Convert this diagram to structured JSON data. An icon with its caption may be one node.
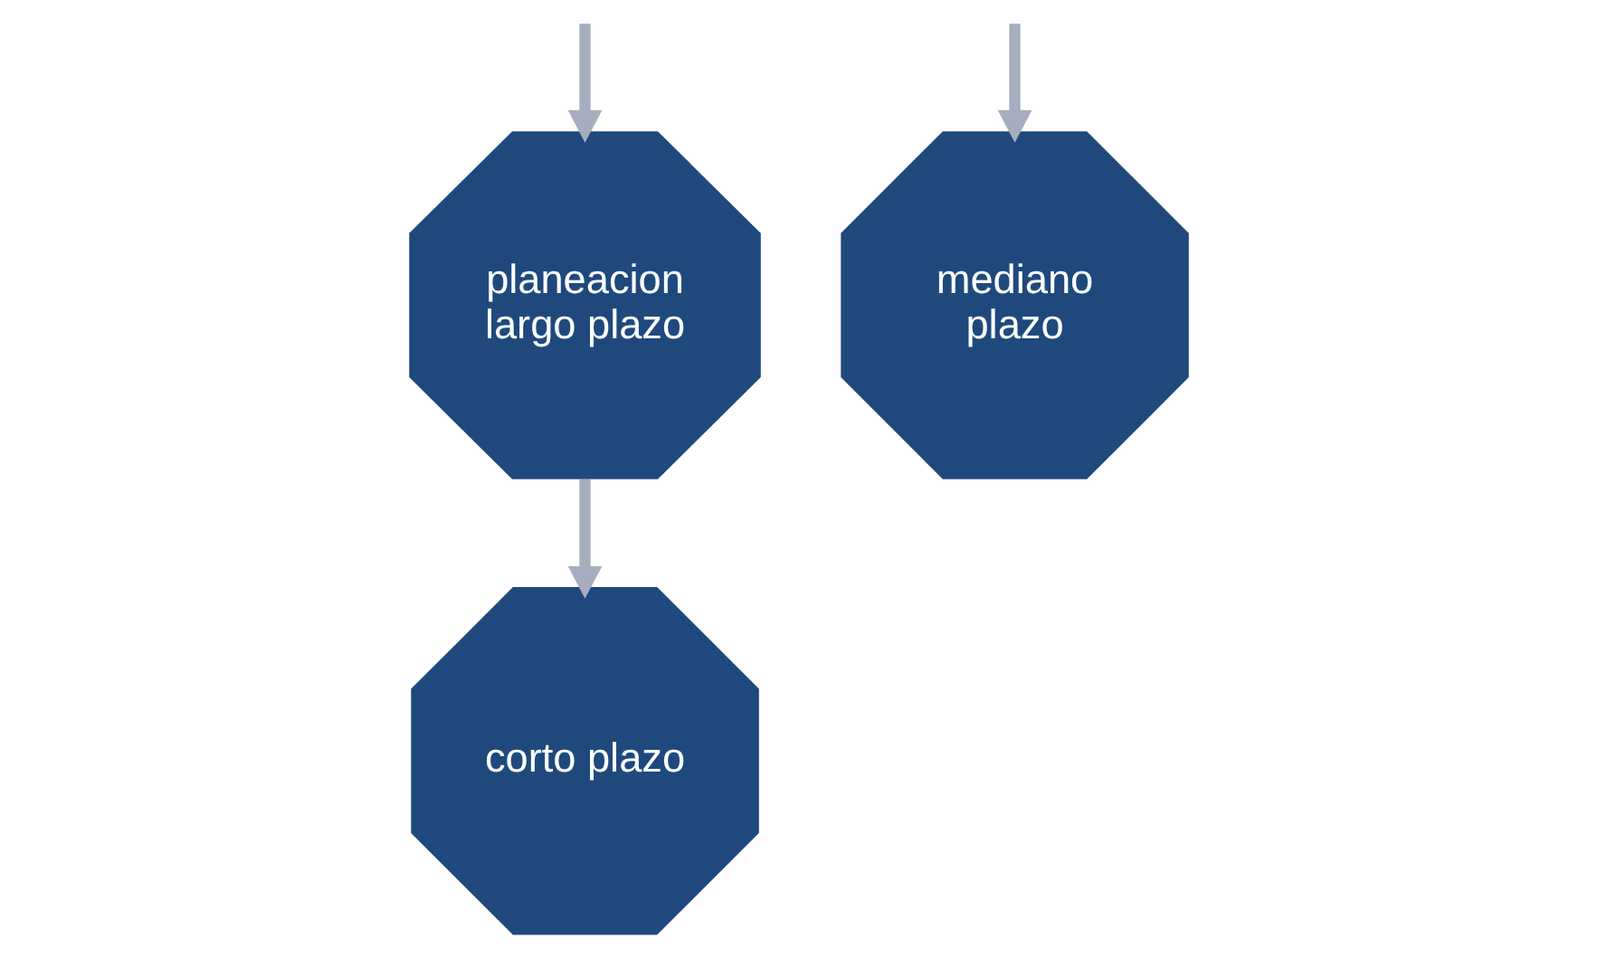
{
  "diagram": {
    "nodes": [
      {
        "text": [
          "planeacion largo plazo"
        ]
      },
      {
        "text": [
          "corto plazo"
        ]
      },
      {
        "text": [
          "mediano plazo"
        ]
      }
    ],
    "edges": [
      {
        "from": null,
        "to": 0,
        "arrow": "to"
      },
      {
        "from": 0,
        "to": 1,
        "arrow": "to"
      },
      {
        "from": null,
        "to": 2,
        "arrow": "to"
      }
    ]
  }
}
